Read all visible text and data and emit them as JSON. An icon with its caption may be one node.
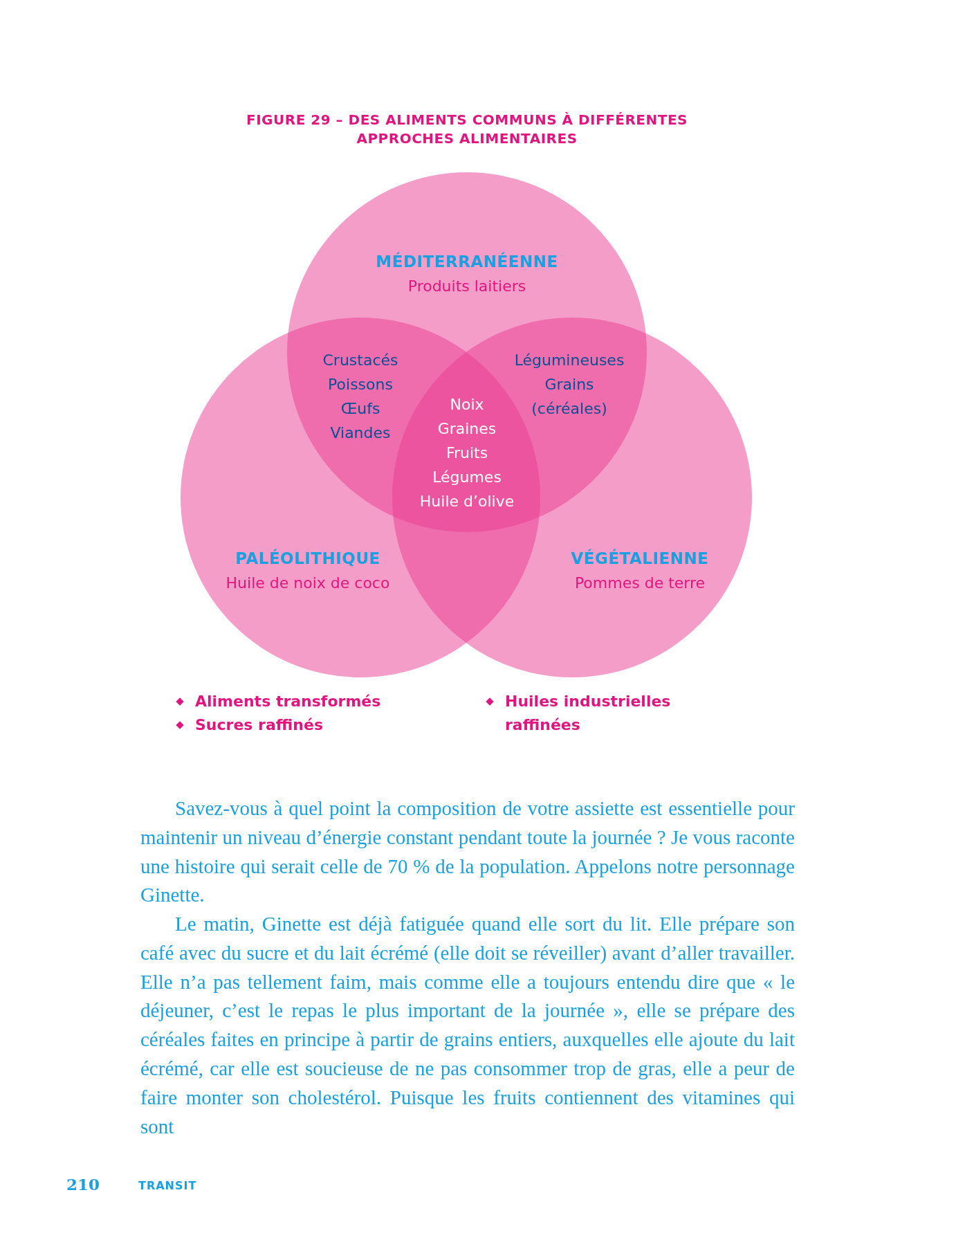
{
  "diagram": {
    "title": "FIGURE 29 – DES ALIMENTS COMMUNS À DIFFÉRENTES APPROCHES ALIMENTAIRES",
    "nodes": [
      {
        "text": [
          "MÉDITERRANÉENNE",
          "Produits laitiers"
        ]
      },
      {
        "text": [
          "PALÉOLITHIQUE",
          "Huile de noix de coco"
        ]
      },
      {
        "text": [
          "VÉGÉTALIENNE",
          "Pommes de terre"
        ]
      }
    ],
    "edges": [],
    "labels": [
      "Crustacés",
      "Poissons",
      "Œufs",
      "Viandes",
      "Légumineuses",
      "Grains (céréales)",
      "Noix",
      "Graines",
      "Fruits",
      "Légumes",
      "Huile d’olive",
      "Aliments transformés",
      "Huiles industrielles raffinées",
      "Sucres raffinés",
      "Savez-vous à quel point la composition de votre assiette est essentielle pour maintenir un niveau d’énergie constant pendant toute la journée ? Je vous raconte une histoire qui serait celle de 70 % de la population. Appelons notre personnage Ginette.",
      "Le matin, Ginette est déjà fatiguée quand elle sort du lit. Elle prépare son café avec du sucre et du lait écrémé (elle doit se réveiller) avant d’aller travailler. Elle n’a pas tellement faim, mais comme elle a toujours entendu dire que « le déjeuner, c’est le repas le plus important de la journée », elle se prépare des céréales faites en principe à partir de grains entiers, auxquelles elle ajoute du lait écrémé, car elle est soucieuse de ne pas consommer trop de gras, elle a peur de faire monter son cholestérol. Puisque les fruits contiennent des vitamines qui sont",
      "210",
      "TRANSIT"
    ]
  }
}
